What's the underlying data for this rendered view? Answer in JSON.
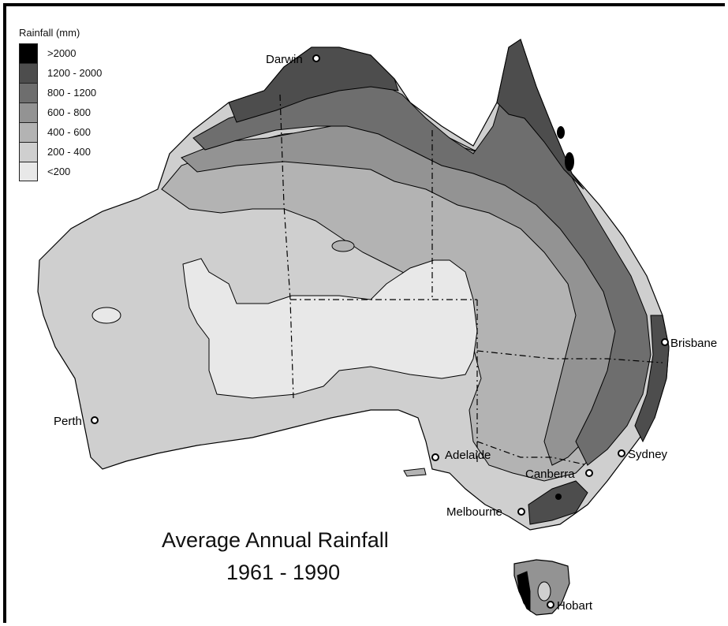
{
  "map": {
    "title_line1": "Average Annual Rainfall",
    "title_line2": "1961 - 1990"
  },
  "legend": {
    "title": "Rainfall (mm)",
    "items": [
      {
        "label": ">2000",
        "color": "#000000"
      },
      {
        "label": "1200 - 2000",
        "color": "#4d4d4d"
      },
      {
        "label": "800 - 1200",
        "color": "#6e6e6e"
      },
      {
        "label": "600 - 800",
        "color": "#939393"
      },
      {
        "label": "400 - 600",
        "color": "#b3b3b3"
      },
      {
        "label": "200 - 400",
        "color": "#cfcfcf"
      },
      {
        "label": "<200",
        "color": "#e8e8e8"
      }
    ]
  },
  "cities": {
    "darwin": "Darwin",
    "perth": "Perth",
    "adelaide": "Adelaide",
    "canberra": "Canberra",
    "sydney": "Sydney",
    "melbourne": "Melbourne",
    "brisbane": "Brisbane",
    "hobart": "Hobart"
  }
}
